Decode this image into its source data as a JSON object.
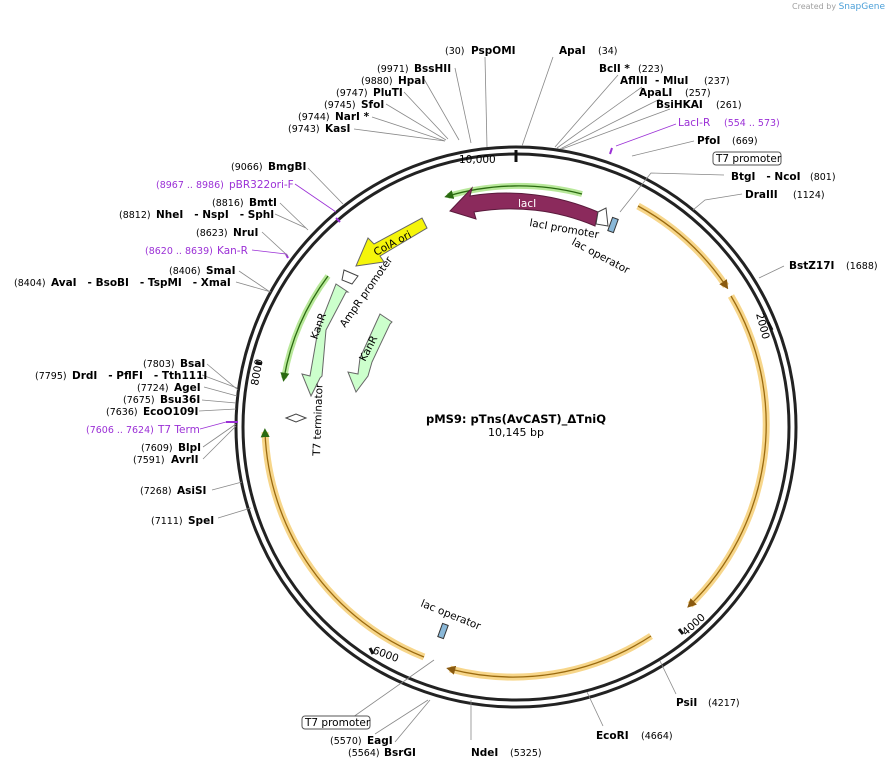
{
  "credit": {
    "text": "Created by",
    "brand": "SnapGene"
  },
  "plasmid": {
    "name": "pMS9: pTns(AvCAST)_ΔTniQ",
    "size": "10,145 bp"
  },
  "ticks": [
    "10,000",
    "2000",
    "4000",
    "6000",
    "8000"
  ],
  "sites": [
    {
      "pos": "(30)",
      "name": "PspOMI"
    },
    {
      "pos": "(34)",
      "name": "ApaI"
    },
    {
      "pos": "(223)",
      "name": "BclI *"
    },
    {
      "pos": "(237)",
      "name": "AflIII  - MluI"
    },
    {
      "pos": "(257)",
      "name": "ApaLI"
    },
    {
      "pos": "(261)",
      "name": "BsiHKAI"
    },
    {
      "pos": "(669)",
      "name": "PfoI"
    },
    {
      "pos": "(801)",
      "name": "BtgI   - NcoI"
    },
    {
      "pos": "(1124)",
      "name": "DraIII"
    },
    {
      "pos": "(1688)",
      "name": "BstZ17I"
    },
    {
      "pos": "(4217)",
      "name": "PsiI"
    },
    {
      "pos": "(4664)",
      "name": "EcoRI"
    },
    {
      "pos": "(5325)",
      "name": "NdeI"
    },
    {
      "pos": "(5564)",
      "name": "BsrGI"
    },
    {
      "pos": "(5570)",
      "name": "EagI"
    },
    {
      "pos": "(7111)",
      "name": "SpeI"
    },
    {
      "pos": "(7268)",
      "name": "AsiSI"
    },
    {
      "pos": "(7591)",
      "name": "AvrII"
    },
    {
      "pos": "(7609)",
      "name": "BlpI"
    },
    {
      "pos": "(7636)",
      "name": "EcoO109I"
    },
    {
      "pos": "(7675)",
      "name": "Bsu36I"
    },
    {
      "pos": "(7724)",
      "name": "AgeI"
    },
    {
      "pos": "(7795)",
      "name": "DrdI   - PflFI   - Tth111I"
    },
    {
      "pos": "(7803)",
      "name": "BsaI"
    },
    {
      "pos": "(8404)",
      "name": "AvaI   - BsoBI   - TspMI   - XmaI"
    },
    {
      "pos": "(8406)",
      "name": "SmaI"
    },
    {
      "pos": "(8623)",
      "name": "NruI"
    },
    {
      "pos": "(8812)",
      "name": "NheI   - NspI   - SphI"
    },
    {
      "pos": "(8816)",
      "name": "BmtI"
    },
    {
      "pos": "(9066)",
      "name": "BmgBI"
    },
    {
      "pos": "(9743)",
      "name": "KasI"
    },
    {
      "pos": "(9744)",
      "name": "NarI *"
    },
    {
      "pos": "(9745)",
      "name": "SfoI"
    },
    {
      "pos": "(9747)",
      "name": "PluTI"
    },
    {
      "pos": "(9880)",
      "name": "HpaI"
    },
    {
      "pos": "(9971)",
      "name": "BssHII"
    }
  ],
  "primers": [
    {
      "name": "LacI-R",
      "range": "(554 .. 573)"
    },
    {
      "name": "pBR322ori-F",
      "range": "(8967 .. 8986)"
    },
    {
      "name": "Kan-R",
      "range": "(8620 .. 8639)"
    },
    {
      "name": "T7 Term",
      "range": "(7606 .. 7624)"
    }
  ],
  "features": {
    "lacI": "lacI",
    "lacI_promoter": "lacI promoter",
    "lac_operator_1": "lac operator",
    "lac_operator_2": "lac operator",
    "t7_promoter_1": "T7 promoter",
    "t7_promoter_2": "T7 promoter",
    "cola_ori": "ColA ori",
    "ampr_promoter": "AmpR promoter",
    "kanr_1": "KanR",
    "kanr_2": "KanR",
    "t7_terminator": "T7 terminator"
  },
  "colors": {
    "lacI": "#8b2a5c",
    "cola_ori": "#f5f50a",
    "kanr": "#ccffcc",
    "orf": "#d98c1a",
    "orf_glow": "#f7d68a",
    "green_orf": "#3a8a1a",
    "primer": "#9b30d6"
  }
}
